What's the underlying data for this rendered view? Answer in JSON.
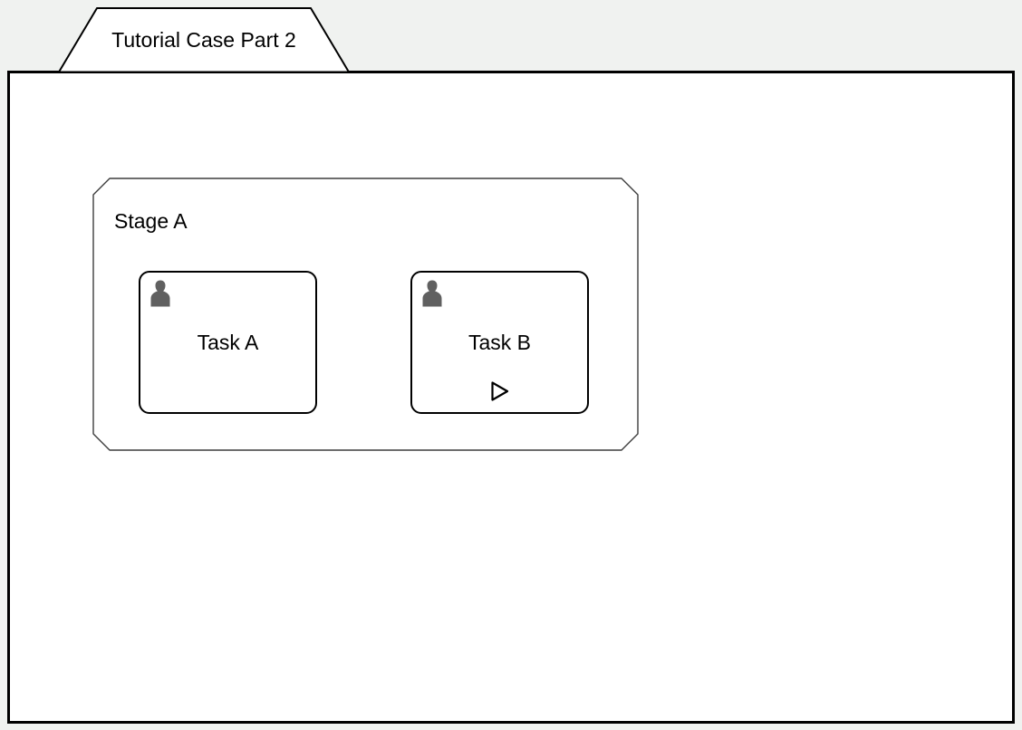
{
  "case": {
    "title": "Tutorial Case Part 2"
  },
  "stage": {
    "label": "Stage A"
  },
  "tasks": [
    {
      "label": "Task A",
      "icons": [
        "human-task-person-icon"
      ]
    },
    {
      "label": "Task B",
      "icons": [
        "human-task-person-icon",
        "manual-activation-play-icon"
      ]
    }
  ],
  "colors": {
    "canvas_background": "#f0f2f0",
    "shape_fill": "#ffffff",
    "outline": "#000000",
    "stage_outline": "#3d3d3d",
    "person_icon": "#606060"
  }
}
